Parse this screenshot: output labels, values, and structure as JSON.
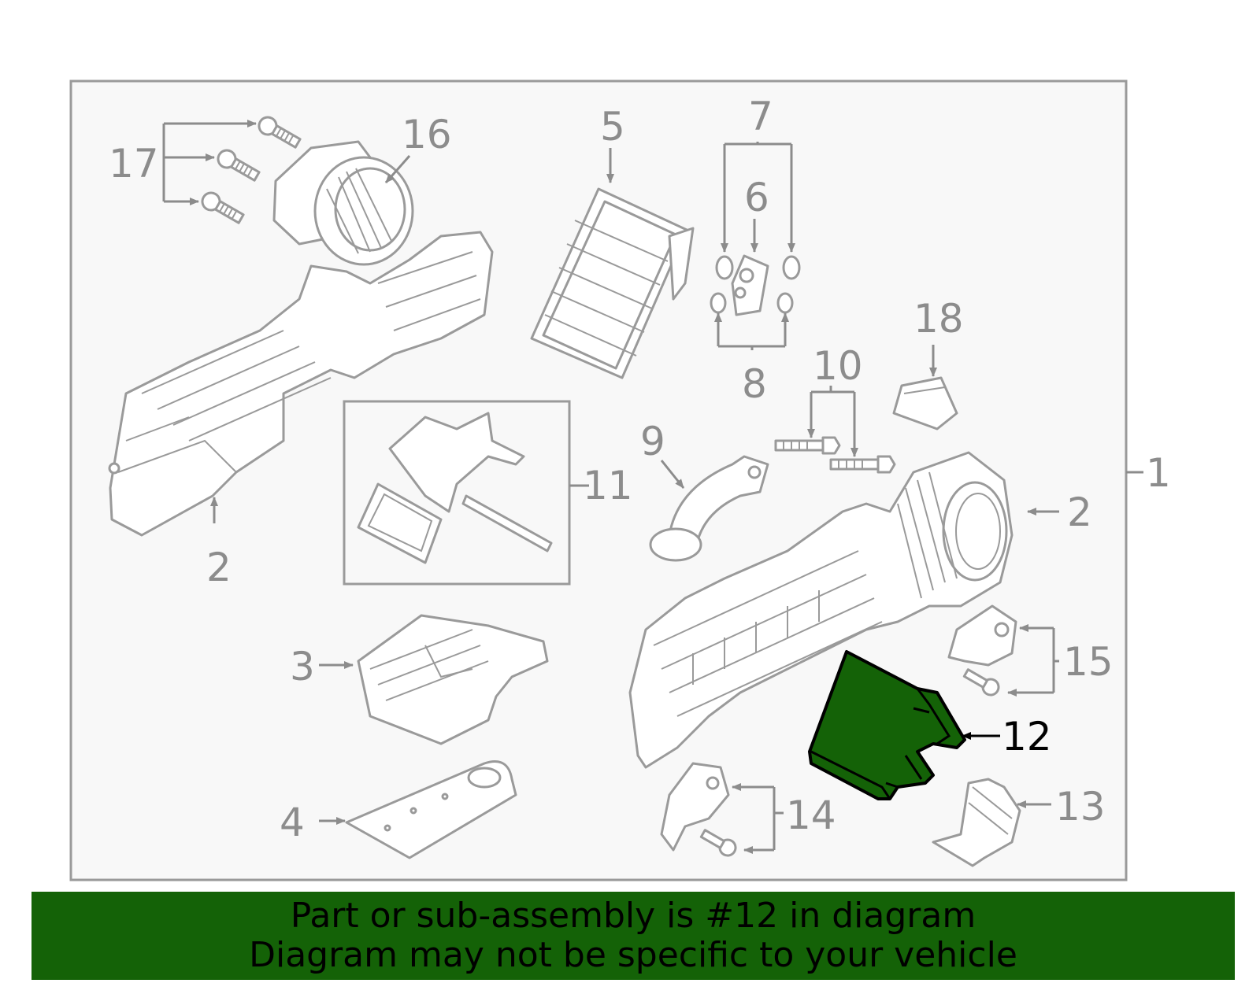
{
  "colors": {
    "highlight_fill": "#146207",
    "banner_bg": "#146207",
    "part_stroke": "#9a9a9a",
    "label_color": "#8c8c8c",
    "highlight_label_color": "#000000"
  },
  "labels": {
    "l1": "1",
    "l2a": "2",
    "l2b": "2",
    "l3": "3",
    "l4": "4",
    "l5": "5",
    "l6": "6",
    "l7": "7",
    "l8": "8",
    "l9": "9",
    "l10": "10",
    "l11": "11",
    "l12": "12",
    "l13": "13",
    "l14": "14",
    "l15": "15",
    "l16": "16",
    "l17": "17",
    "l18": "18"
  },
  "highlighted_part": "12",
  "banner": {
    "line1": "Part or sub-assembly is #12 in diagram",
    "line2": "Diagram may not be specific to your vehicle"
  }
}
